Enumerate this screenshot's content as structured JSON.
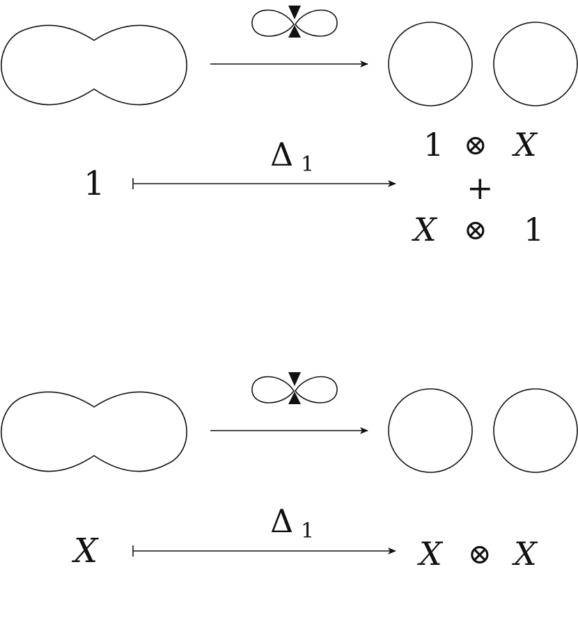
{
  "colors": {
    "ink": "#111111",
    "background": "#ffffff"
  },
  "panels": [
    {
      "map_label": "Δ",
      "map_subscript": "1",
      "input": "1",
      "output_rows": [
        {
          "left": "1",
          "operator": "⊗",
          "right": "X"
        },
        {
          "joiner": "+"
        },
        {
          "left": "X",
          "operator": "⊗",
          "right": "1"
        }
      ]
    },
    {
      "map_label": "Δ",
      "map_subscript": "1",
      "input": "X",
      "output_rows": [
        {
          "left": "X",
          "operator": "⊗",
          "right": "X"
        }
      ]
    }
  ]
}
